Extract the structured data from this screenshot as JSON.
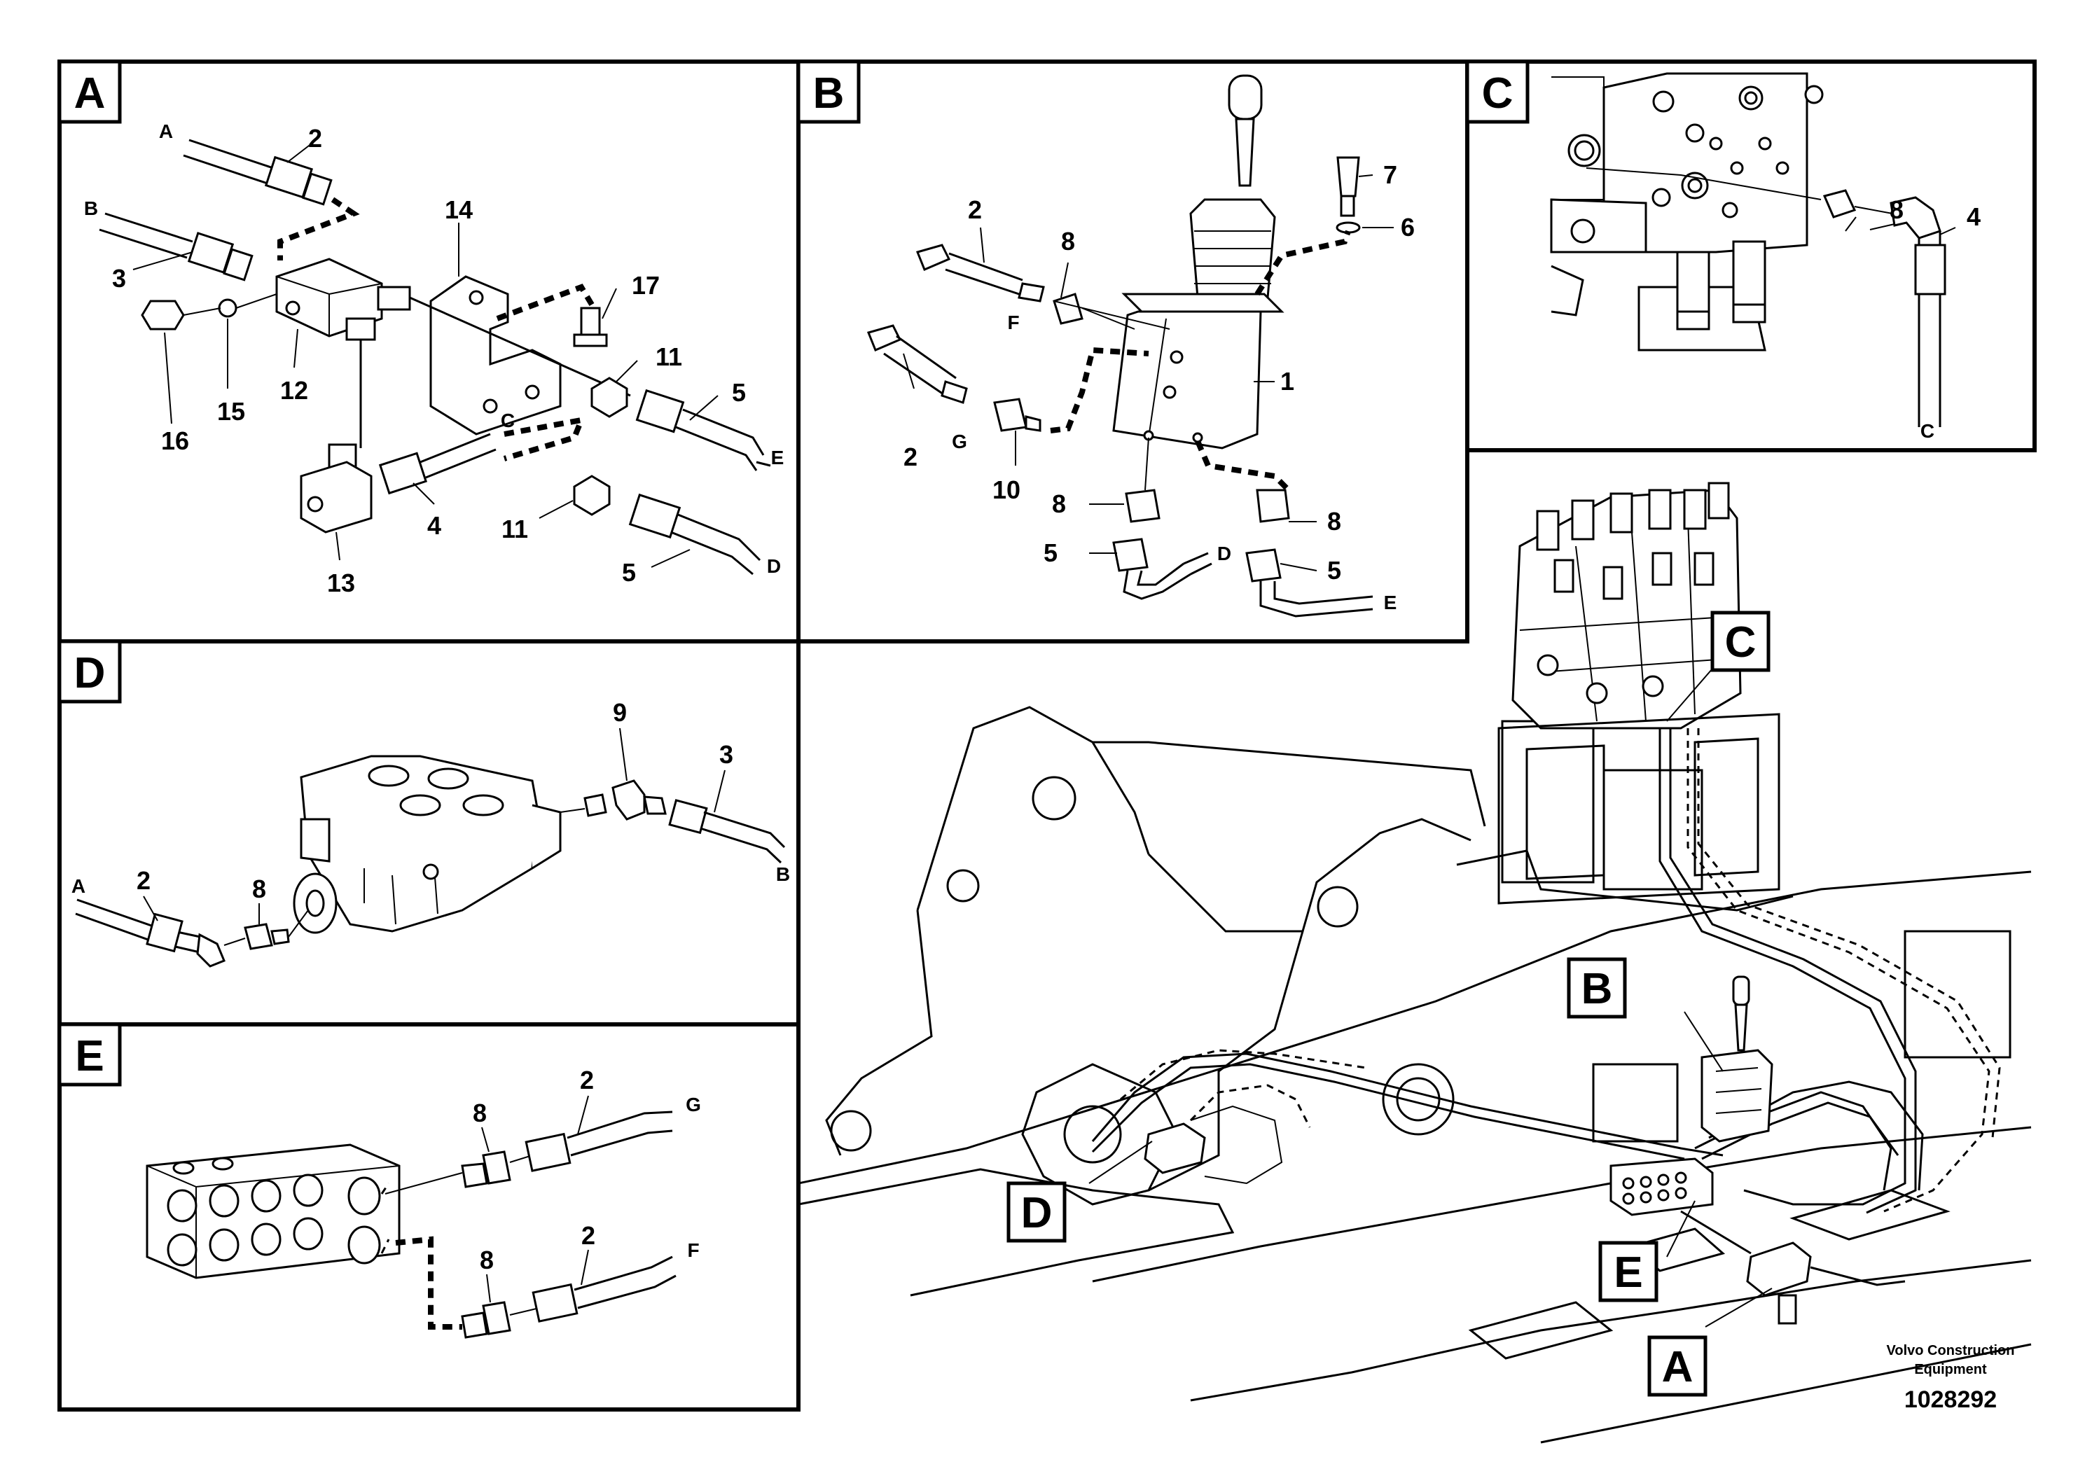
{
  "panels": [
    {
      "id": "A",
      "label": "A"
    },
    {
      "id": "B",
      "label": "B"
    },
    {
      "id": "C",
      "label": "C"
    },
    {
      "id": "D",
      "label": "D"
    },
    {
      "id": "E",
      "label": "E"
    }
  ],
  "overview_callouts": [
    "C",
    "B",
    "D",
    "E",
    "A"
  ],
  "panel_a": {
    "numbers": [
      "2",
      "3",
      "14",
      "17",
      "12",
      "15",
      "16",
      "11",
      "5",
      "4",
      "11",
      "5",
      "13"
    ],
    "letters": [
      "A",
      "B",
      "C",
      "E",
      "D"
    ]
  },
  "panel_b": {
    "numbers": [
      "7",
      "6",
      "2",
      "8",
      "1",
      "2",
      "10",
      "8",
      "5",
      "8",
      "5"
    ],
    "letters": [
      "F",
      "G",
      "D",
      "E"
    ]
  },
  "panel_c": {
    "numbers": [
      "8",
      "4"
    ],
    "letters": [
      "C"
    ]
  },
  "panel_d": {
    "numbers": [
      "9",
      "3",
      "2",
      "8"
    ],
    "letters": [
      "A",
      "B"
    ]
  },
  "panel_e": {
    "numbers": [
      "2",
      "8",
      "2",
      "8"
    ],
    "letters": [
      "G",
      "F"
    ]
  },
  "credit": {
    "line1": "Volvo Construction",
    "line2": "Equipment",
    "code": "1028292"
  }
}
